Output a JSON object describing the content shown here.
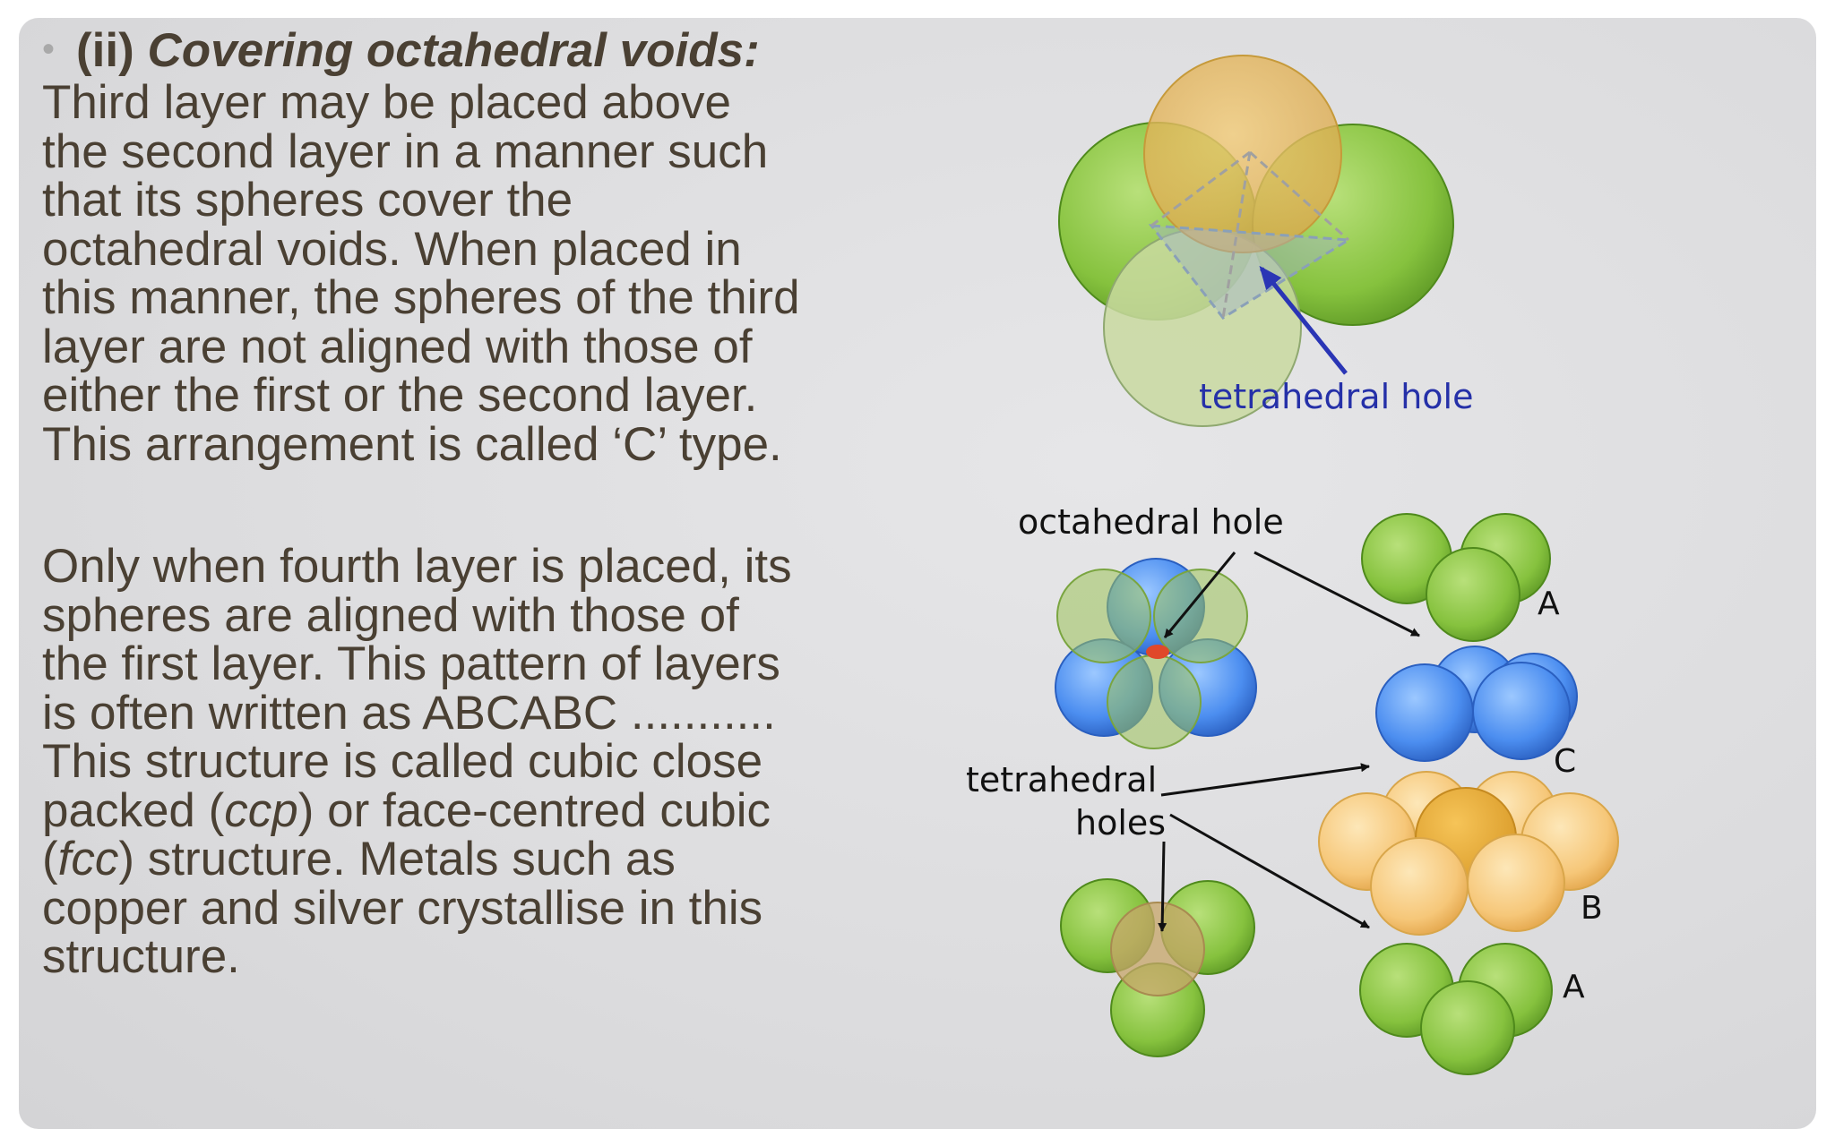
{
  "heading": {
    "bullet": "•",
    "number": "(ii)",
    "title": "Covering octahedral voids:"
  },
  "paragraph1": [
    "Third layer may be placed above",
    "the second layer in a manner such",
    "that its spheres cover the",
    "octahedral voids. When placed in",
    "this manner, the spheres of the third",
    "layer are not aligned with those of",
    "either the first or the second layer.",
    "This arrangement is called ‘C’ type."
  ],
  "paragraph2": {
    "l1": "Only when fourth layer is placed, its",
    "l2": "spheres are aligned with those of",
    "l3": "the first layer. This pattern of layers",
    "l4": "is often written as ABCABC ...........",
    "l5": "This structure is called cubic close",
    "l6_a": "packed (",
    "l6_ccp": "ccp",
    "l6_b": ") or face-centred cubic",
    "l7_a": "(",
    "l7_fcc": "fcc",
    "l7_b": ") structure. Metals such as",
    "l8": "copper and silver crystallise in this",
    "l9": "structure."
  },
  "figure": {
    "tetra_label": "tetrahedral hole",
    "octa_label": "octahedral hole",
    "tetra_holes_l1": "tetrahedral",
    "tetra_holes_l2": "holes",
    "layer_A_top": "A",
    "layer_C": "C",
    "layer_B": "B",
    "layer_A_bottom": "A"
  },
  "colors": {
    "background": "#dcdcde",
    "text": "#4a4033",
    "green_sphere": "#8cc63f",
    "blue_sphere": "#4a8fe6",
    "orange_sphere": "#f4c270",
    "arrow_blue": "#2a35b5",
    "octa_center": "#e0482a"
  }
}
